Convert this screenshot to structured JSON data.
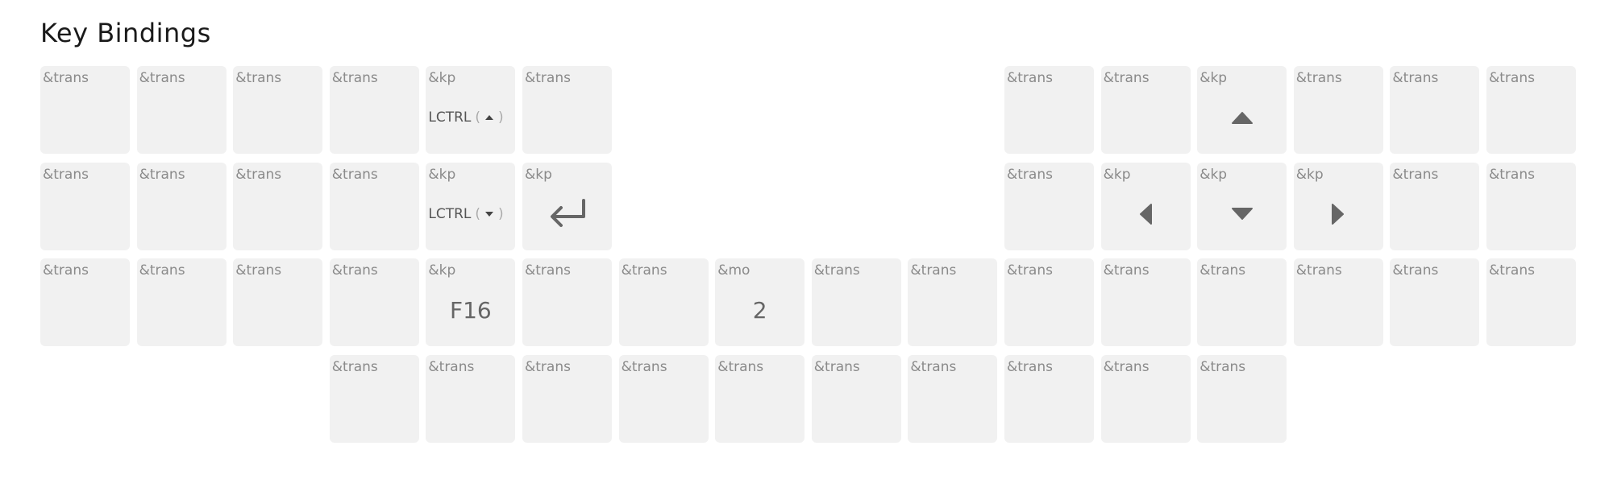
{
  "header": {
    "title": "Key Bindings"
  },
  "keys": [
    {
      "row": 0,
      "col": 0,
      "behavior": "&trans",
      "param": ""
    },
    {
      "row": 0,
      "col": 1,
      "behavior": "&trans",
      "param": ""
    },
    {
      "row": 0,
      "col": 2,
      "behavior": "&trans",
      "param": ""
    },
    {
      "row": 0,
      "col": 3,
      "behavior": "&trans",
      "param": ""
    },
    {
      "row": 0,
      "col": 4,
      "behavior": "&kp",
      "param": "LCTRL",
      "icon": "caret-up-icon"
    },
    {
      "row": 0,
      "col": 5,
      "behavior": "&trans",
      "param": ""
    },
    {
      "row": 0,
      "col": 10,
      "behavior": "&trans",
      "param": ""
    },
    {
      "row": 0,
      "col": 11,
      "behavior": "&trans",
      "param": ""
    },
    {
      "row": 0,
      "col": 12,
      "behavior": "&kp",
      "param": "",
      "icon": "caret-up-icon"
    },
    {
      "row": 0,
      "col": 13,
      "behavior": "&trans",
      "param": ""
    },
    {
      "row": 0,
      "col": 14,
      "behavior": "&trans",
      "param": ""
    },
    {
      "row": 0,
      "col": 15,
      "behavior": "&trans",
      "param": ""
    },
    {
      "row": 1,
      "col": 0,
      "behavior": "&trans",
      "param": ""
    },
    {
      "row": 1,
      "col": 1,
      "behavior": "&trans",
      "param": ""
    },
    {
      "row": 1,
      "col": 2,
      "behavior": "&trans",
      "param": ""
    },
    {
      "row": 1,
      "col": 3,
      "behavior": "&trans",
      "param": ""
    },
    {
      "row": 1,
      "col": 4,
      "behavior": "&kp",
      "param": "LCTRL",
      "icon": "caret-down-icon"
    },
    {
      "row": 1,
      "col": 5,
      "behavior": "&kp",
      "param": "",
      "icon": "return-icon"
    },
    {
      "row": 1,
      "col": 10,
      "behavior": "&trans",
      "param": ""
    },
    {
      "row": 1,
      "col": 11,
      "behavior": "&kp",
      "param": "",
      "icon": "caret-left-icon"
    },
    {
      "row": 1,
      "col": 12,
      "behavior": "&kp",
      "param": "",
      "icon": "caret-down-icon"
    },
    {
      "row": 1,
      "col": 13,
      "behavior": "&kp",
      "param": "",
      "icon": "caret-right-icon"
    },
    {
      "row": 1,
      "col": 14,
      "behavior": "&trans",
      "param": ""
    },
    {
      "row": 1,
      "col": 15,
      "behavior": "&trans",
      "param": ""
    },
    {
      "row": 2,
      "col": 0,
      "behavior": "&trans",
      "param": ""
    },
    {
      "row": 2,
      "col": 1,
      "behavior": "&trans",
      "param": ""
    },
    {
      "row": 2,
      "col": 2,
      "behavior": "&trans",
      "param": ""
    },
    {
      "row": 2,
      "col": 3,
      "behavior": "&trans",
      "param": ""
    },
    {
      "row": 2,
      "col": 4,
      "behavior": "&kp",
      "param": "F16"
    },
    {
      "row": 2,
      "col": 5,
      "behavior": "&trans",
      "param": ""
    },
    {
      "row": 2,
      "col": 6,
      "behavior": "&trans",
      "param": ""
    },
    {
      "row": 2,
      "col": 7,
      "behavior": "&mo",
      "param": "2"
    },
    {
      "row": 2,
      "col": 8,
      "behavior": "&trans",
      "param": ""
    },
    {
      "row": 2,
      "col": 9,
      "behavior": "&trans",
      "param": ""
    },
    {
      "row": 2,
      "col": 10,
      "behavior": "&trans",
      "param": ""
    },
    {
      "row": 2,
      "col": 11,
      "behavior": "&trans",
      "param": ""
    },
    {
      "row": 2,
      "col": 12,
      "behavior": "&trans",
      "param": ""
    },
    {
      "row": 2,
      "col": 13,
      "behavior": "&trans",
      "param": ""
    },
    {
      "row": 2,
      "col": 14,
      "behavior": "&trans",
      "param": ""
    },
    {
      "row": 2,
      "col": 15,
      "behavior": "&trans",
      "param": ""
    },
    {
      "row": 3,
      "col": 3,
      "behavior": "&trans",
      "param": ""
    },
    {
      "row": 3,
      "col": 4,
      "behavior": "&trans",
      "param": ""
    },
    {
      "row": 3,
      "col": 5,
      "behavior": "&trans",
      "param": ""
    },
    {
      "row": 3,
      "col": 6,
      "behavior": "&trans",
      "param": ""
    },
    {
      "row": 3,
      "col": 7,
      "behavior": "&trans",
      "param": ""
    },
    {
      "row": 3,
      "col": 8,
      "behavior": "&trans",
      "param": ""
    },
    {
      "row": 3,
      "col": 9,
      "behavior": "&trans",
      "param": ""
    },
    {
      "row": 3,
      "col": 10,
      "behavior": "&trans",
      "param": ""
    },
    {
      "row": 3,
      "col": 11,
      "behavior": "&trans",
      "param": ""
    },
    {
      "row": 3,
      "col": 12,
      "behavior": "&trans",
      "param": ""
    }
  ]
}
